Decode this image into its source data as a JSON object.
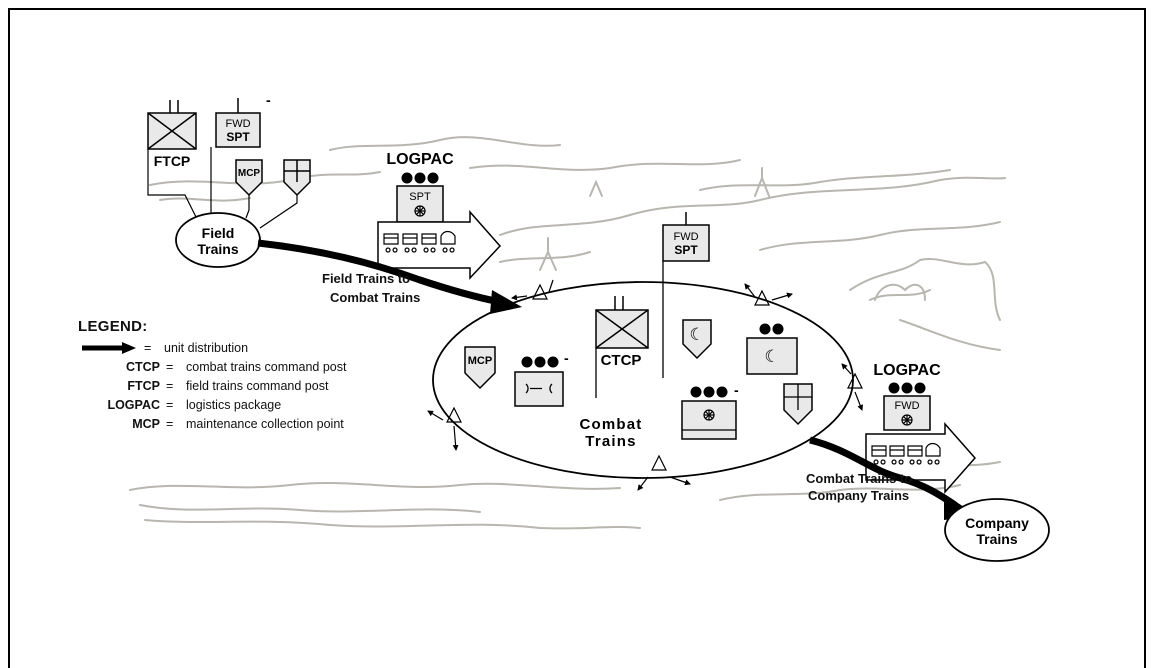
{
  "nodes": {
    "field_trains": "Field\nTrains",
    "combat_trains": "Combat\nTrains",
    "company_trains": "Company\nTrains"
  },
  "labels": {
    "ftcp": "FTCP",
    "ctcp": "CTCP",
    "mcp": "MCP",
    "fwd": "FWD",
    "spt": "SPT",
    "logpac": "LOGPAC",
    "minus": "-"
  },
  "routes": {
    "field_to_combat": "Field Trains to\nCombat Trains",
    "combat_to_company": "Combat Trains to\nCompany Trains"
  },
  "legend": {
    "title": "LEGEND:",
    "arrow_desc": "unit distribution",
    "items": [
      {
        "abbr": "CTCP",
        "desc": "combat trains command post"
      },
      {
        "abbr": "FTCP",
        "desc": "field trains command post"
      },
      {
        "abbr": "LOGPAC",
        "desc": "logistics package"
      },
      {
        "abbr": "MCP",
        "desc": "maintenance collection point"
      }
    ],
    "equals": "="
  },
  "colors": {
    "symbol_fill": "#e9e9e9",
    "terrain": "#b8b6ae",
    "ink": "#000000"
  }
}
